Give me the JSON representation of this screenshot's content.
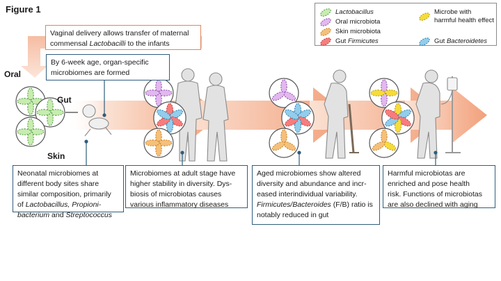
{
  "figure": {
    "title": "Figure 1"
  },
  "legend": {
    "items": [
      {
        "id": "lacto",
        "parts": [
          {
            "t": "Lactobacillus",
            "i": true
          }
        ],
        "fill": "#c8ecb0",
        "stroke": "#4a9a40"
      },
      {
        "id": "oral",
        "parts": [
          {
            "t": "Oral microbiota",
            "i": false
          }
        ],
        "fill": "#e2b8ef",
        "stroke": "#8a4aa5"
      },
      {
        "id": "skin",
        "parts": [
          {
            "t": "Skin microbiota",
            "i": false
          }
        ],
        "fill": "#f5c07a",
        "stroke": "#c7801f"
      },
      {
        "id": "firm",
        "parts": [
          {
            "t": "Gut ",
            "i": false
          },
          {
            "t": "Firmicutes",
            "i": true
          }
        ],
        "fill": "#f77d7d",
        "stroke": "#c23a3a"
      },
      {
        "id": "bact",
        "parts": [
          {
            "t": "Gut ",
            "i": false
          },
          {
            "t": "Bacteroidetes",
            "i": true
          }
        ],
        "fill": "#92cdeb",
        "stroke": "#2a7fb0"
      },
      {
        "id": "harm",
        "parts": [
          {
            "t": "Microbe with",
            "i": false
          },
          {
            "t": "\nharmful health effect",
            "i": false
          }
        ],
        "fill": "#f6dc3a",
        "stroke": "#b49a10"
      }
    ]
  },
  "site_labels": {
    "oral": "Oral",
    "gut": "Gut",
    "skin": "Skin"
  },
  "callouts": {
    "vaginal": [
      {
        "t": "Vaginal delivery allows transfer of maternal",
        "i": false
      },
      {
        "t": "\ncommensal ",
        "i": false
      },
      {
        "t": "Lactobacilli",
        "i": true
      },
      {
        "t": " to the infants",
        "i": false
      }
    ],
    "six_week": [
      {
        "t": "By 6-week age, organ-specific",
        "i": false
      },
      {
        "t": "\nmicrobiomes are formed",
        "i": false
      }
    ],
    "neonatal": [
      {
        "t": "Neonatal microbiomes at",
        "i": false
      },
      {
        "t": "\ndifferent body sites share",
        "i": false
      },
      {
        "t": "\nsimilar composition, primarily",
        "i": false
      },
      {
        "t": "\nof ",
        "i": false
      },
      {
        "t": "Lactobacillus, Propioni-",
        "i": true
      },
      {
        "t": "\nbacterium",
        "i": true
      },
      {
        "t": " and ",
        "i": false
      },
      {
        "t": "Streptococcus",
        "i": true
      }
    ],
    "adult": [
      {
        "t": "Microbiomes at adult stage have",
        "i": false
      },
      {
        "t": "\nhigher stability in diversity. Dys-",
        "i": false
      },
      {
        "t": "\nbiosis of microbiotas causes",
        "i": false
      },
      {
        "t": "\nvarious inflammatory diseases",
        "i": false
      }
    ],
    "aged": [
      {
        "t": "Aged microbiomes show altered",
        "i": false
      },
      {
        "t": "\ndiversity and abundance and incr-",
        "i": false
      },
      {
        "t": "\neased interindividual variability.",
        "i": false
      },
      {
        "t": "\nFirmicutes/Bacteroides",
        "i": true
      },
      {
        "t": " (F/B) ratio is",
        "i": false
      },
      {
        "t": "\nnotably reduced in gut",
        "i": false
      }
    ],
    "harmful": [
      {
        "t": "Harmful microbiotas are",
        "i": false
      },
      {
        "t": "\nenriched and pose health",
        "i": false
      },
      {
        "t": "\nrisk. Functions of microbiotas",
        "i": false
      },
      {
        "t": "\nare also declined with aging",
        "i": false
      }
    ]
  }
}
